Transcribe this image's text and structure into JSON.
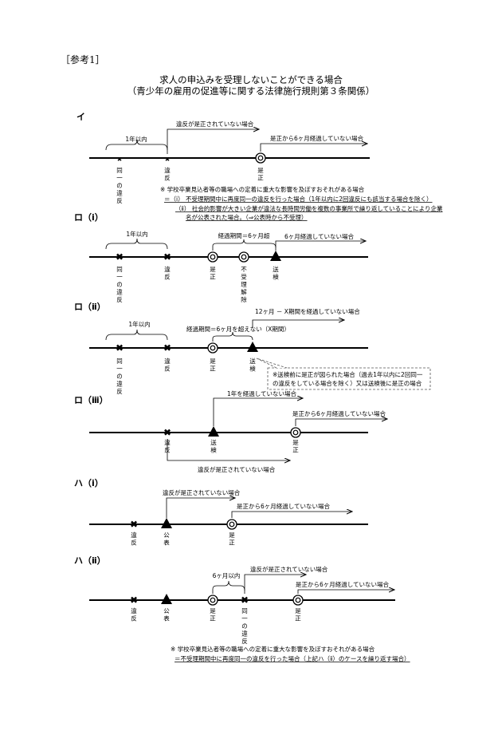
{
  "ref_label": "［参考1］",
  "title_line1": "求人の申込みを受理しないことができる場合",
  "title_line2": "（青少年の雇用の促進等に関する法律施行規則第３条関係）",
  "sections": {
    "i": {
      "label": "イ",
      "within_1year": "1年以内",
      "not_corrected": "違反が是正されていない場合",
      "six_months": "是正から6ヶ月経過していない場合",
      "ev_same_violation": "同一の違反",
      "ev_violation": "違反",
      "ev_correction": "是正",
      "note1": "※ 学校卒業見込者等の職場への定着に重大な影響を及ぼすおそれがある場合",
      "note2": "＝（ⅰ） 不受理期間中に再度同一の違反を行った場合（1年以内に2回違反にも該当する場合を除く）",
      "note3": "（ⅱ） 社会的影響が大きい企業が違法な長時間労働を複数の事業所で繰り返していることにより企業",
      "note4": "名が公表された場合。（⇒公表時から不受理）"
    },
    "ro1": {
      "label": "ロ（ⅰ）",
      "within_1year": "1年以内",
      "elapsed": "経過期間＝6ヶ月超",
      "six_months": "6ヶ月経過していない場合",
      "ev_same_violation": "同一の違反",
      "ev_violation": "違反",
      "ev_correction": "是正",
      "ev_release": "不受理解除",
      "ev_referral": "送検"
    },
    "ro2": {
      "label": "ロ（ⅱ）",
      "within_1year": "1年以内",
      "twelve_minus_x": "12ヶ月 － X期間を経過していない場合",
      "elapsed": "経過期間＝6ヶ月を超えない（X期間）",
      "ev_same_violation": "同一の違反",
      "ev_violation": "違反",
      "ev_correction": "是正",
      "ev_referral": "送検",
      "callout1": "※送検前に是正が図られた場合（過去1年以内に2回同一",
      "callout2": "の違反をしている場合を除く）又は送検後に是正の場合"
    },
    "ro3": {
      "label": "ロ（ⅲ）",
      "one_year": "1年を経過していない場合",
      "six_months": "是正から6ヶ月経過していない場合",
      "not_corrected": "違反が是正されていない場合",
      "ev_violation": "違反",
      "ev_referral": "送検",
      "ev_correction": "是正"
    },
    "ha1": {
      "label": "ハ（ⅰ）",
      "not_corrected": "違反が是正されていない場合",
      "six_months": "是正から6ヶ月経過していない場合",
      "ev_violation": "違反",
      "ev_publication": "公表",
      "ev_correction": "是正"
    },
    "ha2": {
      "label": "ハ（ⅱ）",
      "within_6months": "6ヶ月以内",
      "not_corrected": "違反が是正されていない場合",
      "six_months": "是正から6ヶ月経過していない場合",
      "ev_violation": "違反",
      "ev_publication": "公表",
      "ev_correction": "是正",
      "ev_same_violation": "同一の違反",
      "ev_correction2": "是正",
      "footnote1": "※ 学校卒業見込者等の職場への定着に重大な影響を及ぼすおそれがある場合",
      "footnote2": "＝不受理期間中に再度同一の違反を行った場合（上記ハ（ⅱ）のケースを繰り返す場合）"
    }
  }
}
